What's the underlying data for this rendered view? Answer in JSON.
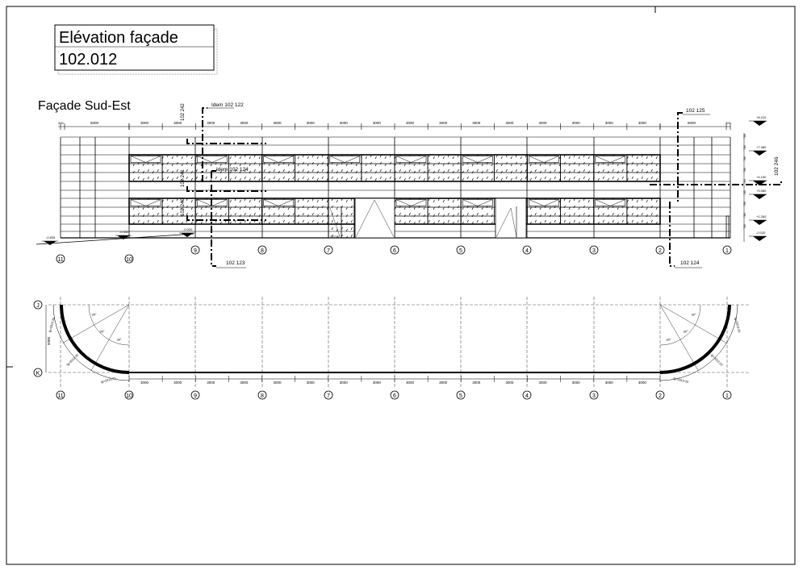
{
  "title_block": {
    "line1": "Elévation façade",
    "line2": "102.012"
  },
  "view_title": "Façade Sud-Est",
  "grid_labels": [
    "1",
    "2",
    "3",
    "4",
    "5",
    "6",
    "7",
    "8",
    "9",
    "10",
    "11"
  ],
  "plan_axes": {
    "top": "J",
    "bottom": "K",
    "span": "5000"
  },
  "top_dimensions": {
    "edge": "200",
    "end_bay": "6000",
    "bay": "3000"
  },
  "plan_dimension": "3000",
  "levels_left": [
    "-0.835",
    "-0.330",
    "-0.020"
  ],
  "levels_right": [
    "+8.210",
    "+7.380",
    "+4.160",
    "+3.080",
    "+1.260",
    "-0.020"
  ],
  "vertical_dim": "780",
  "section_refs": {
    "s242": "102 242",
    "s241": "102 241",
    "s240": "102 240",
    "idem122": "Idem 102 122",
    "idem124": "Idem 102 124",
    "s123": "102 123",
    "s125": "102 125",
    "s124": "102 124",
    "s246": "102 246"
  },
  "arc": {
    "angle": "30°",
    "length": "lg=3313.33"
  }
}
